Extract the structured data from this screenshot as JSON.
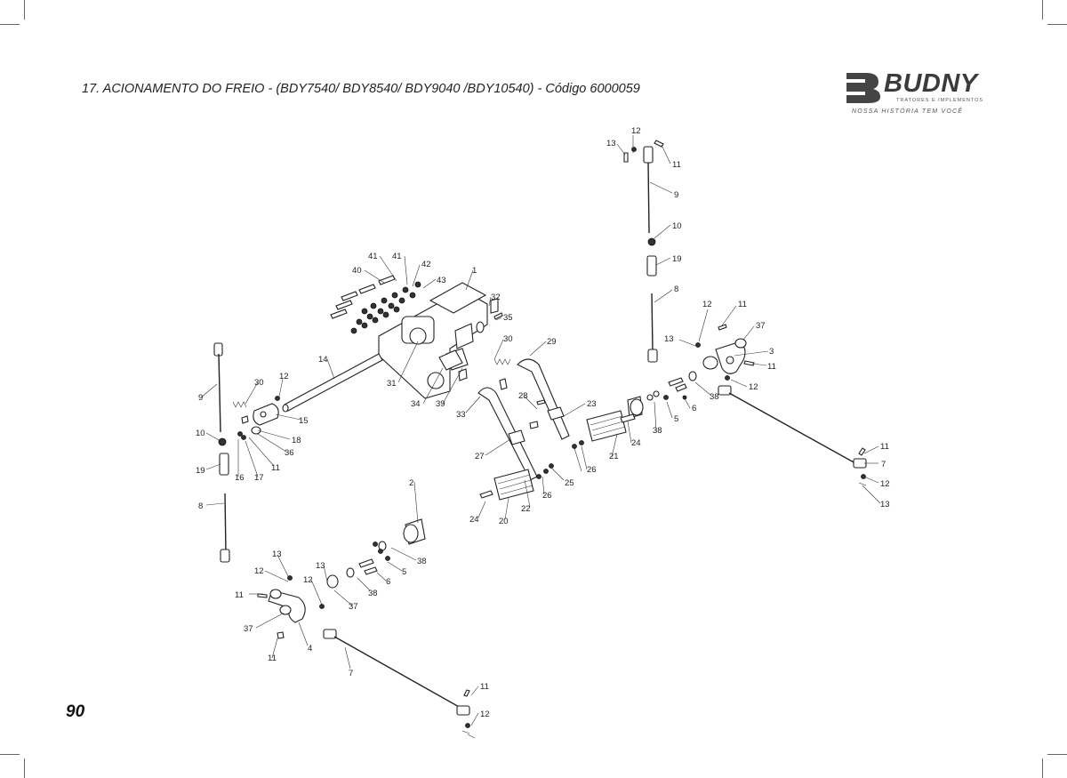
{
  "page": {
    "title": "17. ACIONAMENTO DO FREIO - (BDY7540/ BDY8540/ BDY9040 /BDY10540) - Código 6000059",
    "page_number": "90"
  },
  "logo": {
    "brand": "BUDNY",
    "subtitle": "TRATORES E IMPLEMENTOS",
    "slogan": "NOSSA HISTÓRIA TEM VOCÊ"
  },
  "callouts": [
    "12",
    "13",
    "11",
    "9",
    "10",
    "19",
    "8",
    "12",
    "11",
    "13",
    "37",
    "3",
    "11",
    "12",
    "38",
    "6",
    "5",
    "38",
    "24",
    "21",
    "23",
    "29",
    "30",
    "28",
    "1",
    "32",
    "35",
    "41",
    "41",
    "42",
    "40",
    "43",
    "31",
    "34",
    "39",
    "33",
    "27",
    "22",
    "25",
    "26",
    "26",
    "20",
    "24",
    "14",
    "30",
    "12",
    "15",
    "18",
    "36",
    "11",
    "17",
    "16",
    "9",
    "10",
    "19",
    "8",
    "2",
    "38",
    "5",
    "6",
    "38",
    "13",
    "12",
    "12",
    "13",
    "37",
    "11",
    "37",
    "11",
    "4",
    "7",
    "11",
    "12",
    "11",
    "7",
    "12",
    "13"
  ]
}
